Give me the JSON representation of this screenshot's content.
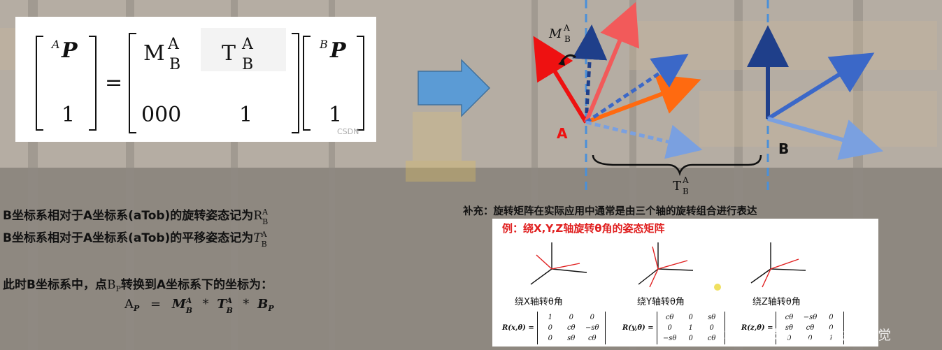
{
  "equation_box": {
    "lhs_top_super": "A",
    "lhs_top": "P",
    "lhs_bottom": "1",
    "equals": "=",
    "m_cell": "M",
    "m_sub": "B",
    "m_sup": "A",
    "t_cell": "T",
    "t_sub": "B",
    "t_sup": "A",
    "zeros": "000",
    "one": "1",
    "rhs_top_super": "B",
    "rhs_top": "P",
    "rhs_bottom": "1",
    "watermark": "CSDN"
  },
  "diagram": {
    "label_a": "A",
    "label_b": "B",
    "rot_label": "M",
    "rot_sub": "B",
    "rot_sup": "A",
    "trans_label": "T",
    "trans_sub": "B",
    "trans_sup": "A",
    "colors": {
      "red": "#ee1111",
      "salmon": "#f25a5a",
      "orange": "#ff6a10",
      "navy": "#1f3f8a",
      "blue": "#3b68c8",
      "light_blue": "#7aa0e0",
      "dash": "#4a90d9",
      "arrow_fill": "#5b9bd5"
    }
  },
  "text": {
    "line1_prefix": "B坐标系相对于A坐标系(aTob)的旋转姿态记为",
    "line1_sym": "R",
    "line1_sub": "B",
    "line1_sup": "A",
    "line2_prefix": "B坐标系相对于A坐标系(aTob)的平移姿态记为",
    "line2_sym": "T",
    "line2_sub": "B",
    "line2_sup": "A",
    "line3_prefix": "此时B坐标系中，点",
    "line3_sym": "B",
    "line3_sym_sub": "P",
    "line3_suffix": "转换到A坐标系下的坐标为：",
    "formula_lhs": "A",
    "formula_lhs_sub": "P",
    "formula_eq": "=",
    "formula_m": "M",
    "formula_m_sub": "B",
    "formula_m_sup": "A",
    "formula_star": "*",
    "formula_t": "T",
    "formula_t_sub": "B",
    "formula_t_sup": "A",
    "formula_b": "B",
    "formula_b_sub": "P"
  },
  "supplement": {
    "note": "补充：旋转矩阵在实际应用中通常是由三个轴的旋转组合进行表达",
    "figure_title": "例：绕X,Y,Z轴旋转θ角的姿态矩阵",
    "cap_x": "绕X轴转θ角",
    "cap_y": "绕Y轴转θ角",
    "cap_z": "绕Z轴转θ角",
    "mat_x_label": "R(x,θ) =",
    "mat_y_label": "R(y,θ) =",
    "mat_z_label": "R(z,θ) =",
    "mat_x": [
      [
        "1",
        "0",
        "0"
      ],
      [
        "0",
        "cθ",
        "−sθ"
      ],
      [
        "0",
        "sθ",
        "cθ"
      ]
    ],
    "mat_y": [
      [
        "cθ",
        "0",
        "sθ"
      ],
      [
        "0",
        "1",
        "0"
      ],
      [
        "−sθ",
        "0",
        "cθ"
      ]
    ],
    "mat_z": [
      [
        "cθ",
        "−sθ",
        "0"
      ],
      [
        "sθ",
        "cθ",
        "0"
      ],
      [
        "0",
        "0",
        "1"
      ]
    ]
  },
  "watermark": "CSDN @苏州大视通机器视觉"
}
